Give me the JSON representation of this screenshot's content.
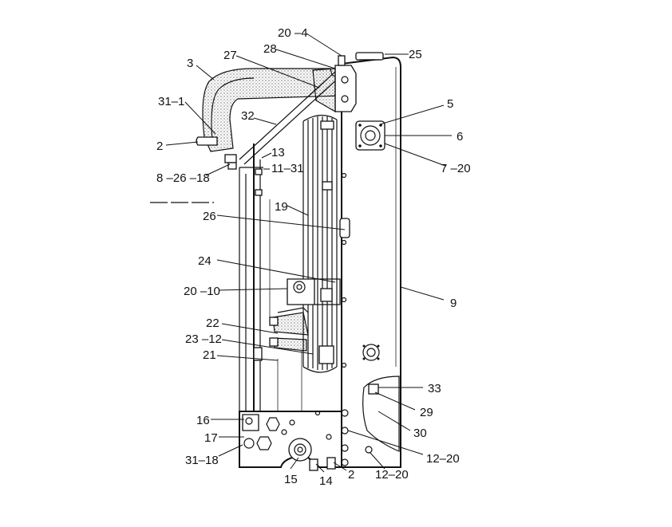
{
  "callouts": {
    "c20_4": "20 –4",
    "c28": "28",
    "c25": "25",
    "c3": "3",
    "c27": "27",
    "c31_1": "31–1",
    "c5": "5",
    "c32": "32",
    "c6": "6",
    "c2_top": "2",
    "c13": "13",
    "c7_20": "7 –20",
    "c11_31": "11–31",
    "c8_26_18": "8 –26 –18",
    "c19": "19",
    "c26": "26",
    "c24": "24",
    "c20_10": "20 –10",
    "c9": "9",
    "c22": "22",
    "c23_12": "23 –12",
    "c21": "21",
    "c33": "33",
    "c29": "29",
    "c16": "16",
    "c30": "30",
    "c17": "17",
    "c12_20_right": "12–20",
    "c31_18": "31–18",
    "c15": "15",
    "c14": "14",
    "c2_bottom": "2",
    "c12_20_bottom": "12–20"
  }
}
